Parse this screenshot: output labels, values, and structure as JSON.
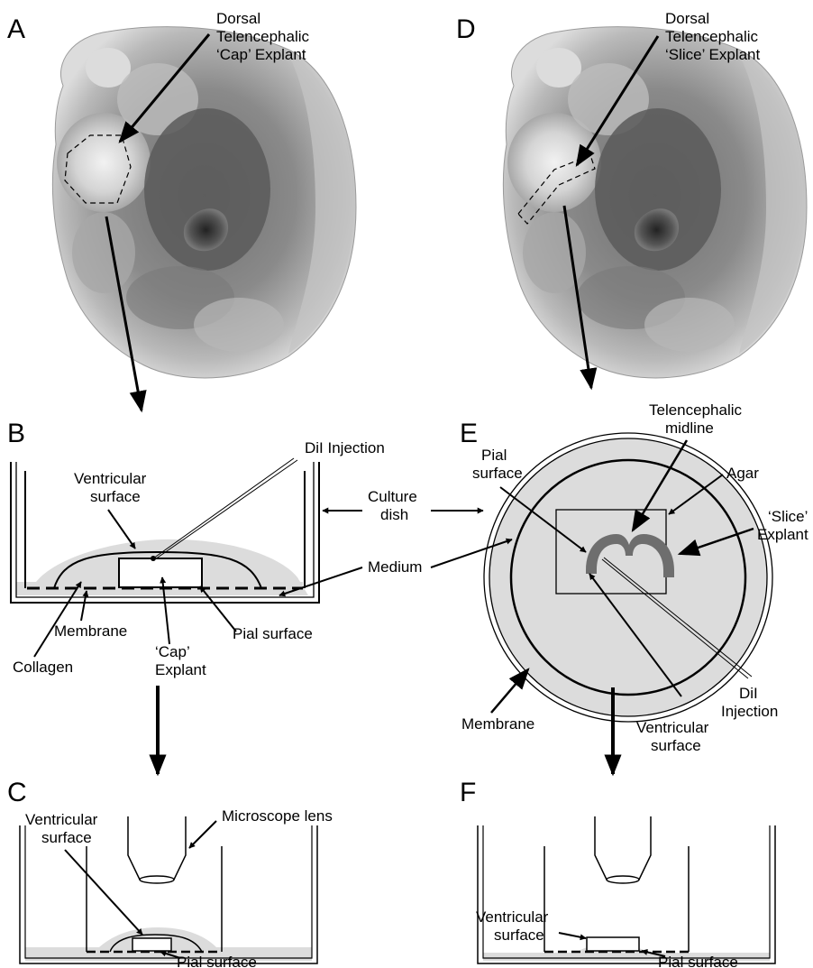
{
  "panels": {
    "a": "A",
    "b": "B",
    "c": "C",
    "d": "D",
    "e": "E",
    "f": "F"
  },
  "a": {
    "line1": "Dorsal",
    "line2": "Telencephalic",
    "line3": "‘Cap’ Explant"
  },
  "d": {
    "line1": "Dorsal",
    "line2": "Telencephalic",
    "line3": "‘Slice’ Explant"
  },
  "b": {
    "dil": "DiI Injection",
    "ventricular1": "Ventricular",
    "ventricular2": "surface",
    "culture1": "Culture",
    "culture2": "dish",
    "medium": "Medium",
    "membrane": "Membrane",
    "collagen": "Collagen",
    "cap1": "‘Cap’",
    "cap2": "Explant",
    "pial": "Pial surface"
  },
  "e": {
    "midline1": "Telencephalic",
    "midline2": "midline",
    "pial1": "Pial",
    "pial2": "surface",
    "agar": "Agar",
    "slice1": "‘Slice’",
    "slice2": "Explant",
    "dil1": "DiI",
    "dil2": "Injection",
    "ventricular1": "Ventricular",
    "ventricular2": "surface",
    "membrane": "Membrane"
  },
  "c": {
    "ventricular1": "Ventricular",
    "ventricular2": "surface",
    "lens": "Microscope lens",
    "pial": "Pial surface"
  },
  "f": {
    "ventricular1": "Ventricular",
    "ventricular2": "surface",
    "pial": "Pial surface"
  }
}
